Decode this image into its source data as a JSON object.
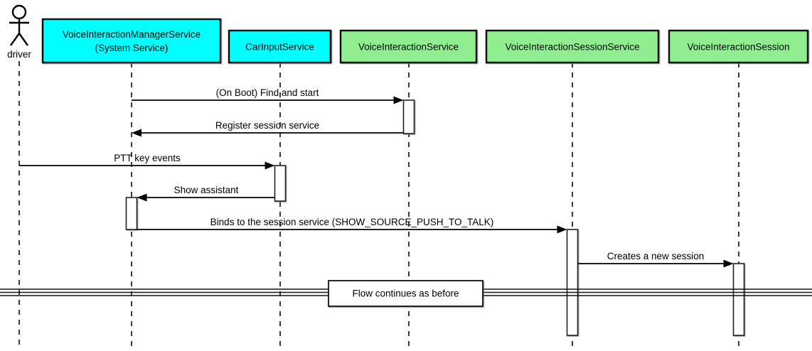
{
  "actor": {
    "label": "driver"
  },
  "participants": [
    {
      "label_line1": "VoiceInteractionManagerService",
      "label_line2": "(System Service)",
      "fill": "#00ffff"
    },
    {
      "label": "CarInputService",
      "fill": "#00ffff"
    },
    {
      "label": "VoiceInteractionService",
      "fill": "#90ee90"
    },
    {
      "label": "VoiceInteractionSessionService",
      "fill": "#90ee90"
    },
    {
      "label": "VoiceInteractionSession",
      "fill": "#90ee90"
    }
  ],
  "messages": [
    {
      "label": "(On Boot) Find and start",
      "from": "VoiceInteractionManagerService (System Service)",
      "to": "VoiceInteractionService"
    },
    {
      "label": "Register session service",
      "from": "VoiceInteractionService",
      "to": "VoiceInteractionManagerService (System Service)"
    },
    {
      "label": "PTT key events",
      "from": "driver",
      "to": "CarInputService"
    },
    {
      "label": "Show assistant",
      "from": "CarInputService",
      "to": "VoiceInteractionManagerService (System Service)"
    },
    {
      "label": "Binds to the session service (SHOW_SOURCE_PUSH_TO_TALK)",
      "from": "VoiceInteractionManagerService (System Service)",
      "to": "VoiceInteractionSessionService"
    },
    {
      "label": "Creates a new session",
      "from": "VoiceInteractionSessionService",
      "to": "VoiceInteractionSession"
    }
  ],
  "divider": {
    "label": "Flow continues as before"
  },
  "colors": {
    "cyan": "#00ffff",
    "green": "#90ee90",
    "line": "#000000",
    "background": "#ffffff"
  }
}
